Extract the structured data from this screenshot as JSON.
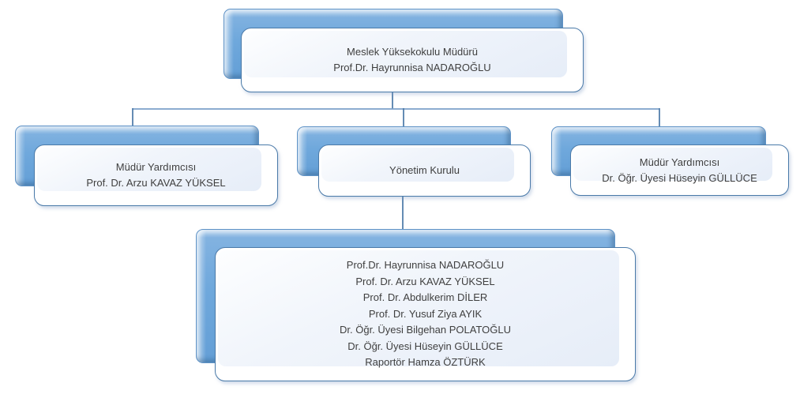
{
  "diagram": {
    "type": "org-chart",
    "colors": {
      "node_fill_blue": "#6FA8DC",
      "node_border_blue": "#4A7AA9",
      "inner_panel_fill": "#EAF0F9",
      "connector_line": "#4A77A6",
      "text": "#3F3F3F"
    },
    "nodes": {
      "director": {
        "role": "Meslek Yüksekokulu Müdürü",
        "person": "Prof.Dr. Hayrunnisa NADAROĞLU"
      },
      "deputy_left": {
        "role": "Müdür Yardımcısı",
        "person": "Prof. Dr. Arzu KAVAZ YÜKSEL"
      },
      "board": {
        "role": "Yönetim Kurulu"
      },
      "deputy_right": {
        "role": "Müdür Yardımcısı",
        "person": "Dr. Öğr. Üyesi Hüseyin GÜLLÜCE"
      },
      "board_members": {
        "members": [
          "Prof.Dr. Hayrunnisa NADAROĞLU",
          "Prof. Dr. Arzu KAVAZ YÜKSEL",
          "Prof. Dr. Abdulkerim DİLER",
          "Prof. Dr. Yusuf Ziya AYIK",
          "Dr. Öğr. Üyesi Bilgehan POLATOĞLU",
          "Dr. Öğr. Üyesi Hüseyin GÜLLÜCE",
          "Raportör Hamza ÖZTÜRK"
        ]
      }
    }
  }
}
